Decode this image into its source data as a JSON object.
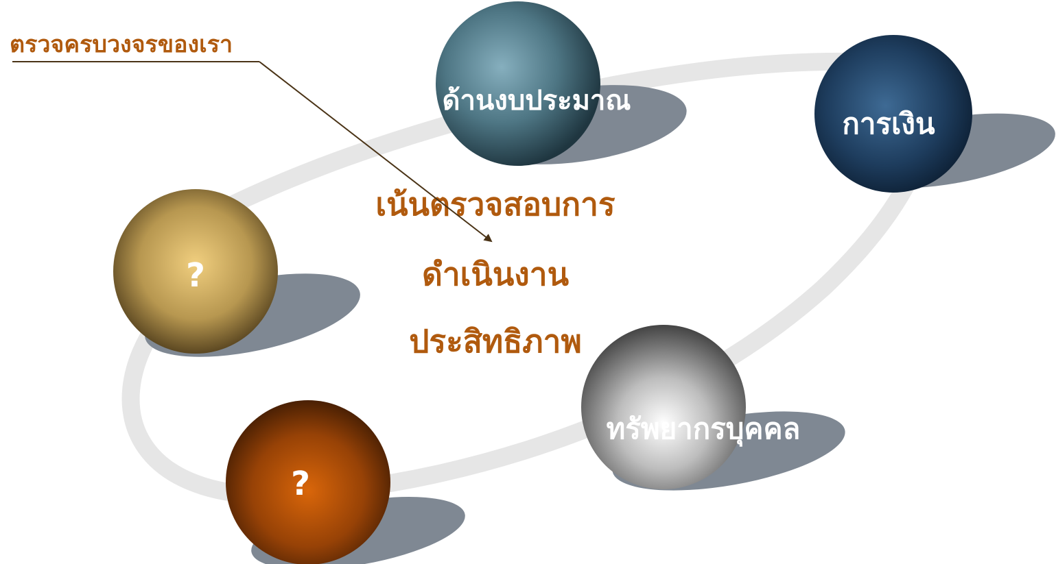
{
  "callout": {
    "label": "ตรวจครบวงจรของเรา"
  },
  "center_text": {
    "line1": "เน้นตรวจสอบการ",
    "line2": "ดำเนินงาน",
    "line3": "ประสิทธิภาพ"
  },
  "spheres": {
    "budget": {
      "label": "ด้านงบประมาณ"
    },
    "finance": {
      "label": "การเงิน"
    },
    "unknown_left": {
      "label": "?"
    },
    "unknown_bottom": {
      "label": "?"
    },
    "personnel": {
      "label": "ทรัพยากรบุคคล"
    }
  },
  "colors": {
    "accent_text": "#B05A0E",
    "callout_line": "#4A3316",
    "orbit": "#E6E6E6",
    "shadow": "#7F8893"
  }
}
